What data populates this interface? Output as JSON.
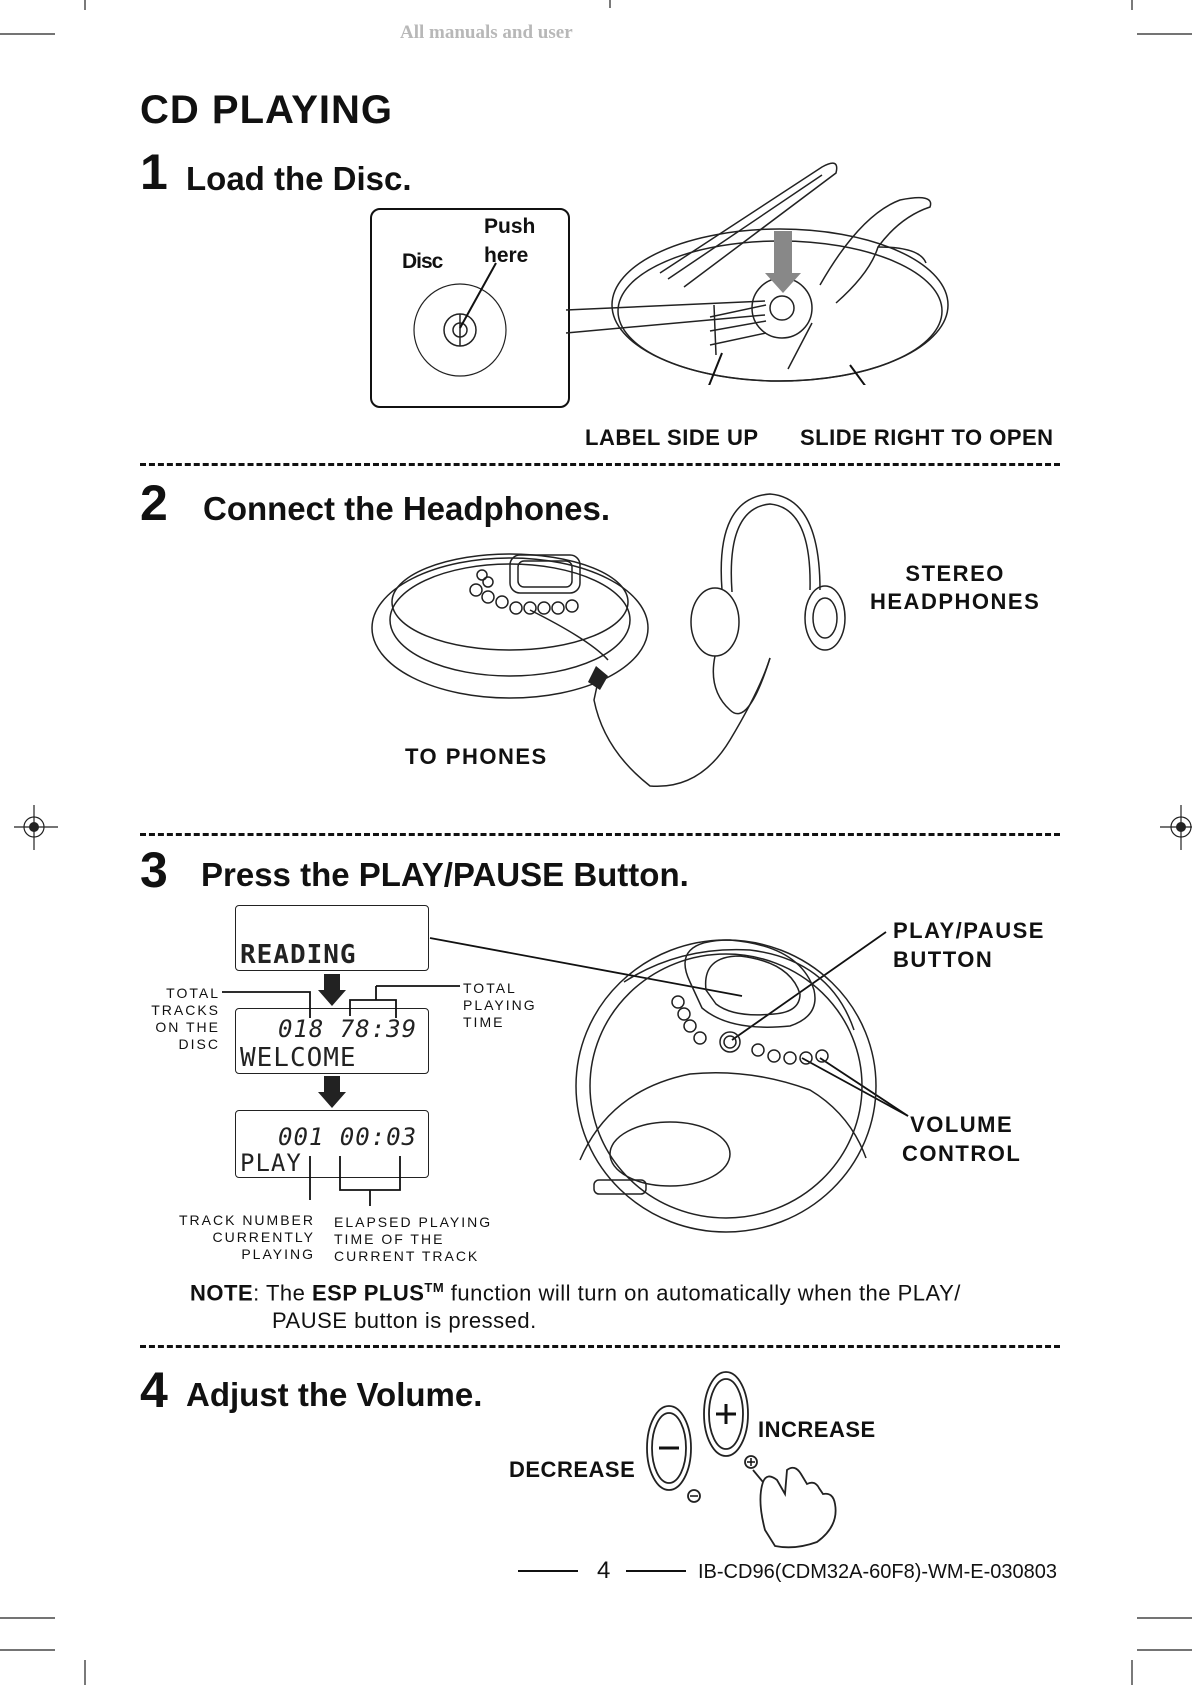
{
  "header": {
    "watermark": "All manuals and user"
  },
  "page_title": "CD PLAYING",
  "step1": {
    "number": "1",
    "title": "Load the Disc.",
    "inset_disc": "Disc",
    "inset_push_line1": "Push",
    "inset_push_line2": "here",
    "label_side_up": "LABEL  SIDE  UP",
    "slide_right": "SLIDE RIGHT TO OPEN"
  },
  "step2": {
    "number": "2",
    "title": "Connect the Headphones.",
    "stereo_line1": "STEREO",
    "stereo_line2": "HEADPHONES",
    "to_phones": "TO  PHONES"
  },
  "step3": {
    "number": "3",
    "title": "Press the PLAY/PAUSE Button.",
    "lcd1_text": "READING",
    "lcd2_top": "018 78:39",
    "lcd2_bottom": "WELCOME",
    "lcd3_top": "001 00:03",
    "lcd3_bottom": "PLAY",
    "total_tracks": [
      "TOTAL",
      "TRACKS",
      "ON THE",
      "DISC"
    ],
    "total_playing_time": [
      "TOTAL",
      "PLAYING",
      "TIME"
    ],
    "track_number": [
      "TRACK NUMBER",
      "CURRENTLY",
      "PLAYING"
    ],
    "elapsed": [
      "ELAPSED PLAYING",
      "TIME OF THE",
      "CURRENT TRACK"
    ],
    "play_pause_line1": "PLAY/PAUSE",
    "play_pause_line2": "BUTTON",
    "volume_line1": "VOLUME",
    "volume_line2": "CONTROL",
    "note_label": "NOTE",
    "note_pre": ": The ",
    "note_esp": "ESP PLUS",
    "note_tm": "TM",
    "note_rest_line1": " function will turn on automatically when the PLAY/",
    "note_line2": "PAUSE button is pressed."
  },
  "step4": {
    "number": "4",
    "title": "Adjust the Volume.",
    "increase": "INCREASE",
    "decrease": "DECREASE"
  },
  "footer": {
    "page_number": "4",
    "doc_code": "IB-CD96(CDM32A-60F8)-WM-E-030803"
  }
}
